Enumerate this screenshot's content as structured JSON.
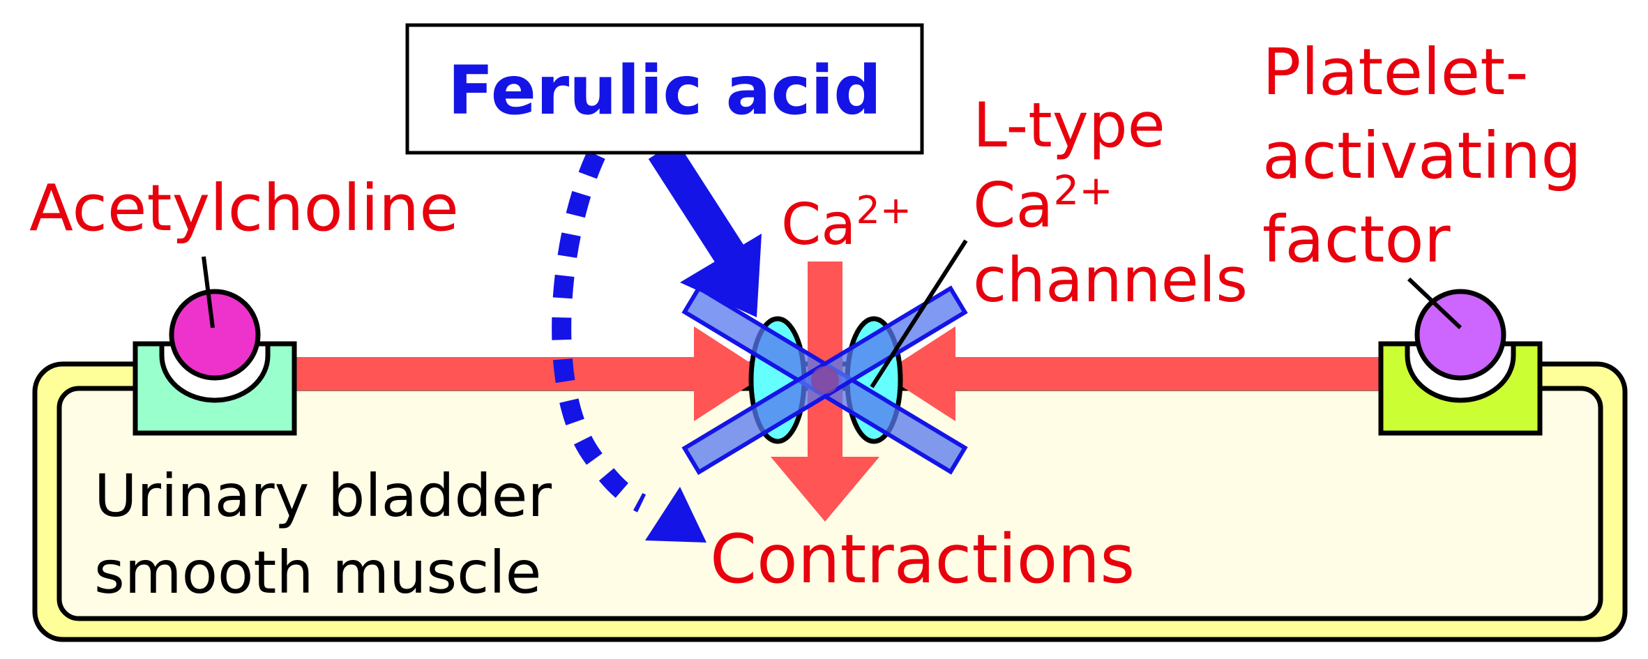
{
  "title": "Ferulic acid",
  "labels": {
    "acetylcholine": "Acetylcholine",
    "paf_line1": "Platelet-",
    "paf_line2": "activating",
    "paf_line3": "factor",
    "ltype_line1": "L-type",
    "ltype_ca": "Ca",
    "ltype_sup": "2+",
    "ltype_line3": "channels",
    "ca_ion": "Ca",
    "ca_ion_sup": "2+",
    "contractions": "Contractions",
    "cell_line1": "Urinary bladder",
    "cell_line2": "smooth muscle"
  },
  "colors": {
    "cell_fill": "#fffde6",
    "cell_border": "#000000",
    "cell_outer": "#ffff99",
    "signal_arrow": "#ff5555",
    "inhibit_blue": "#1414e6",
    "channel": "#66ffff",
    "acetylcholine_ligand": "#ee33cc",
    "acetylcholine_receptor": "#99ffcc",
    "paf_ligand": "#cc66ff",
    "paf_receptor": "#ccff33",
    "label_red": "#e8000d"
  }
}
